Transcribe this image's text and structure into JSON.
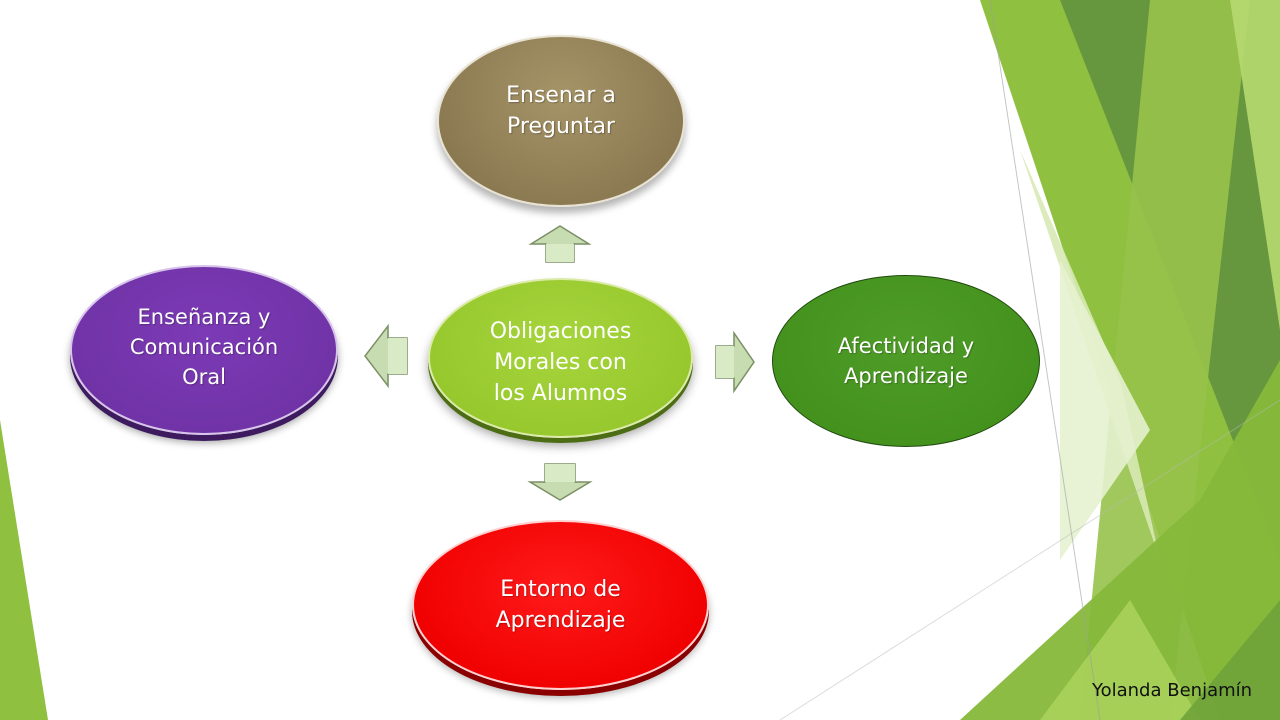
{
  "diagram": {
    "center": {
      "label": "Obligaciones\nMorales con\nlos Alumnos",
      "color": "#96c82d"
    },
    "top": {
      "label": "Ensenar a\nPreguntar",
      "color": "#8c7a52"
    },
    "right": {
      "label": "Afectividad y\nAprendizaje",
      "color": "#43901d"
    },
    "bottom": {
      "label": "Entorno de\nAprendizaje",
      "color": "#f00000"
    },
    "left": {
      "label": "Enseñanza y\nComunicación\nOral",
      "color": "#7033a6"
    }
  },
  "arrows": [
    "arrow-up",
    "arrow-right",
    "arrow-down",
    "arrow-left"
  ],
  "footer": {
    "author": "Yolanda Benjamín"
  }
}
